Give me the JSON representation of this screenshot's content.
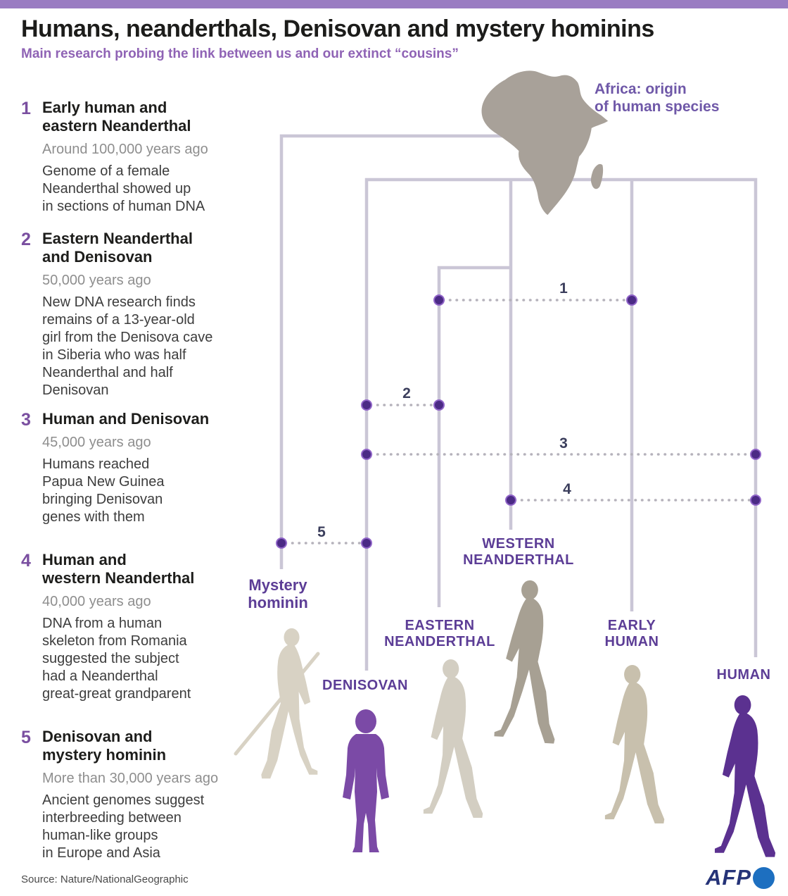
{
  "header": {
    "title": "Humans, neanderthals, Denisovan and mystery hominins",
    "subtitle": "Main research probing the link between us and our extinct “cousins”"
  },
  "items": [
    {
      "num": "1",
      "title": "Early human and\neastern Neanderthal",
      "date": "Around 100,000 years ago",
      "body": "Genome of a female\nNeanderthal showed up\nin sections of human DNA"
    },
    {
      "num": "2",
      "title": "Eastern Neanderthal\nand Denisovan",
      "date": "50,000 years ago",
      "body": "New DNA research finds\nremains of a 13-year-old\ngirl from the Denisova cave\nin Siberia who was half\nNeanderthal and half\nDenisovan"
    },
    {
      "num": "3",
      "title": "Human and Denisovan",
      "date": "45,000 years ago",
      "body": "Humans reached\nPapua New Guinea\nbringing Denisovan\ngenes with them"
    },
    {
      "num": "4",
      "title": "Human and\nwestern Neanderthal",
      "date": "40,000 years ago",
      "body": "DNA from a human\nskeleton from Romania\nsuggested the subject\nhad a Neanderthal\ngreat-great grandparent"
    },
    {
      "num": "5",
      "title": "Denisovan and\nmystery hominin",
      "date": "More than 30,000 years ago",
      "body": "Ancient genomes suggest\ninterbreeding between\nhuman-like groups\nin Europe and Asia"
    }
  ],
  "links": [
    {
      "num": "1"
    },
    {
      "num": "2"
    },
    {
      "num": "3"
    },
    {
      "num": "4"
    },
    {
      "num": "5"
    }
  ],
  "tree_labels": {
    "africa": "Africa: origin\nof human species",
    "mystery": "Mystery\nhominin",
    "denisovan": "DENISOVAN",
    "eastern": "EASTERN\nNEANDERTHAL",
    "western": "WESTERN\nNEANDERTHAL",
    "early": "EARLY\nHUMAN",
    "human": "HUMAN"
  },
  "footer": {
    "source": "Source: Nature/NationalGeographic",
    "afp": "AFP"
  },
  "colors": {
    "top_bar": "#9a7cc2",
    "subtitle": "#8f63b5",
    "item_number": "#7a4fa0",
    "group_label": "#5c3d96",
    "africa_label": "#6f58a8",
    "tree_line": "#cac6d6",
    "dotted_line": "#b5b2bb",
    "link_dot": "#4b2a85",
    "link_dot_ring": "#9064c8",
    "link_number": "#3b3e5c",
    "africa": "#a8a199",
    "mystery_figure": "#d8d2c4",
    "denisovan_figure": "#7b4aa6",
    "eastern_figure": "#d3cec2",
    "western_figure": "#a7a093",
    "early_human_figure": "#c8c0ad",
    "human_figure": "#5b3190",
    "afp_text": "#253378",
    "afp_globe": "#1d6fc0"
  }
}
